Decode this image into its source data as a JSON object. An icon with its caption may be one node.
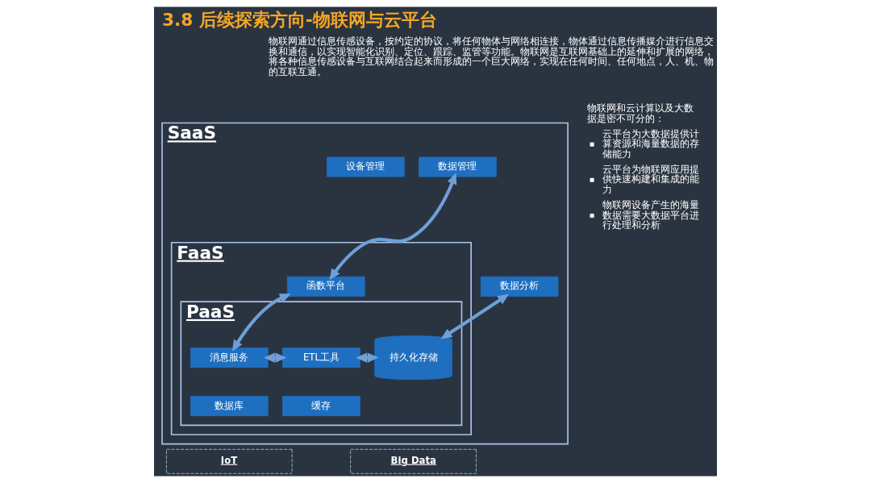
{
  "diagram": {
    "title": "3.8 后续探索方向-物联网与云平台",
    "nodes": [
      {
        "text": [
          "SaaS"
        ]
      },
      {
        "text": [
          "数据管理"
        ],
        "in": 0
      },
      {
        "text": [
          "设备管理"
        ],
        "in": 0
      },
      {
        "text": [
          "数据分析"
        ],
        "in": 0
      },
      {
        "text": [
          "FaaS"
        ],
        "in": 0
      },
      {
        "text": [
          "函数平台"
        ],
        "in": 4
      },
      {
        "text": [
          "PaaS"
        ],
        "in": 4
      },
      {
        "text": [
          "消息服务"
        ],
        "in": 6
      },
      {
        "text": [
          "数据库"
        ],
        "in": 6
      },
      {
        "text": [
          "缓存"
        ],
        "in": 6
      },
      {
        "text": [
          "ETL工具"
        ],
        "in": 6
      },
      {
        "text": [
          "持久化存储"
        ],
        "in": 6
      },
      {
        "text": [
          "IoT"
        ]
      },
      {
        "text": [
          "Big Data"
        ]
      }
    ],
    "edges": [
      {
        "from": 1,
        "to": 5,
        "arrow": "both"
      },
      {
        "from": 5,
        "to": 7,
        "arrow": "both"
      },
      {
        "from": 3,
        "to": 11,
        "arrow": "both"
      },
      {
        "from": 7,
        "to": 10,
        "arrow": "both"
      },
      {
        "from": 10,
        "to": 11,
        "arrow": "both"
      }
    ],
    "labels": [
      "物联网通过信息传感设备，按约定的协议，将任何物体与网络相连接，物体通过信息传播媒介进行信息交换和通信，以实现智能化识别、定位、跟踪、监管等功能。物联网是互联网基础上的延伸和扩展的网络，将各种信息传感设备与互联网结合起来而形成的一个巨大网络，实现在任何时间、任何地点，人、机、物的互联互通。",
      "物联网和云计算以及大数据是密不可分的：",
      "云平台为大数据提供计算资源和海量数据的存储能力",
      "云平台为物联网应用提供快速构建和集成的能力",
      "物联网设备产生的海量数据需要大数据平台进行处理和分析"
    ]
  }
}
